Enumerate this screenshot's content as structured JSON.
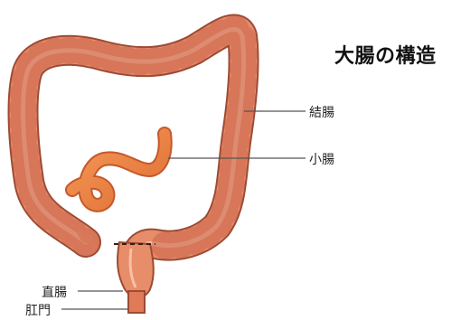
{
  "title": "大腸の構造",
  "labels": {
    "colon": "結腸",
    "small_intestine": "小腸",
    "rectum": "直腸",
    "anus": "肛門"
  },
  "colors": {
    "colon_fill": "#e88d6a",
    "colon_shadow": "#c9654a",
    "colon_highlight": "#f6c2a6",
    "small_intestine": "#ef8a4f",
    "leader_line": "#555555"
  }
}
